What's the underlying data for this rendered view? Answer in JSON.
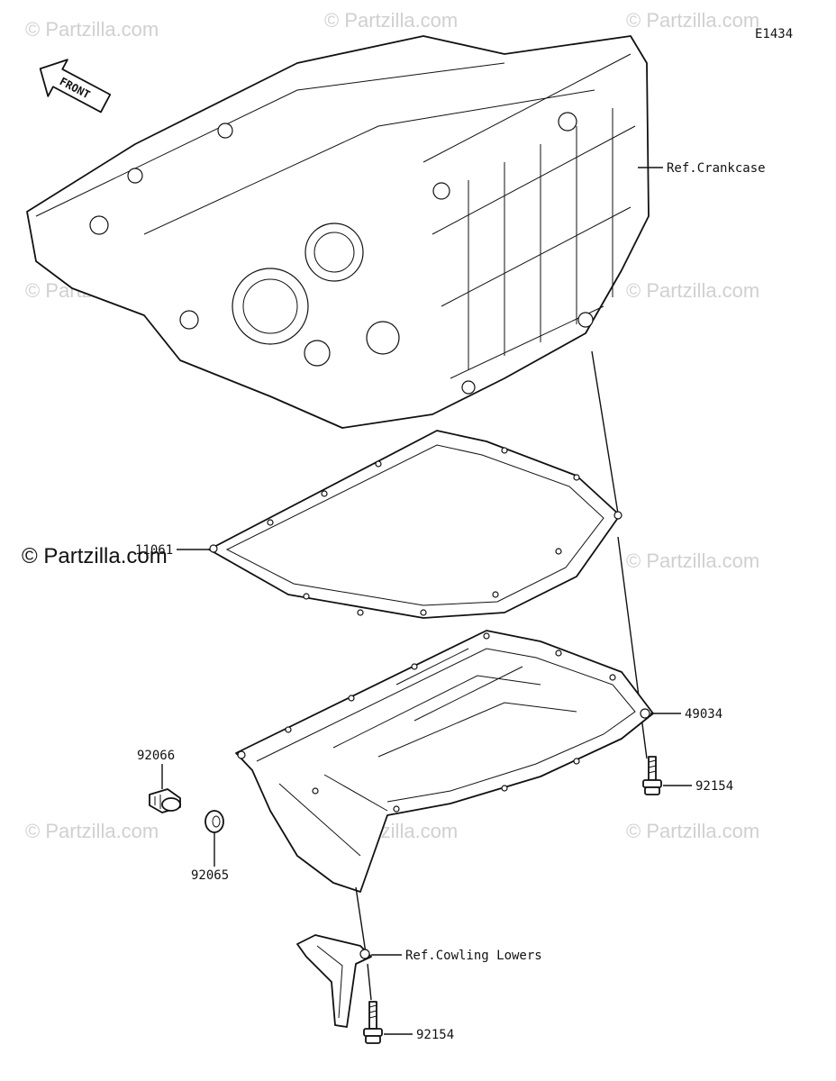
{
  "diagram_code": "E1434",
  "brand": "© Partzilla.com",
  "watermark_text": "© Partzilla.com",
  "front_label": "FRONT",
  "callouts": {
    "crankcase": "Ref.Crankcase",
    "gasket": "11061",
    "pan_bolt_hole": "49034",
    "bolt_upper": "92154",
    "drain_plug": "92066",
    "washer": "92065",
    "cowling": "Ref.Cowling Lowers",
    "bolt_lower": "92154"
  }
}
